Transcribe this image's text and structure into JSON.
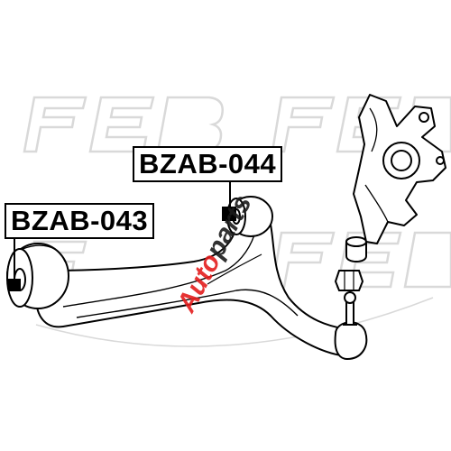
{
  "labels": {
    "bushing_upper": "BZAB-044",
    "bushing_lower": "BZAB-043"
  },
  "watermark": {
    "part_a": "Auto",
    "part_b": "parts",
    "colors": {
      "red": "#e41d1d",
      "dark": "#1b1b1b"
    }
  },
  "background_mark": {
    "icon": "febest-logo-watermark"
  },
  "colors": {
    "line": "#000000",
    "watermark_gray": "#d9d9d9",
    "background": "#ffffff"
  }
}
